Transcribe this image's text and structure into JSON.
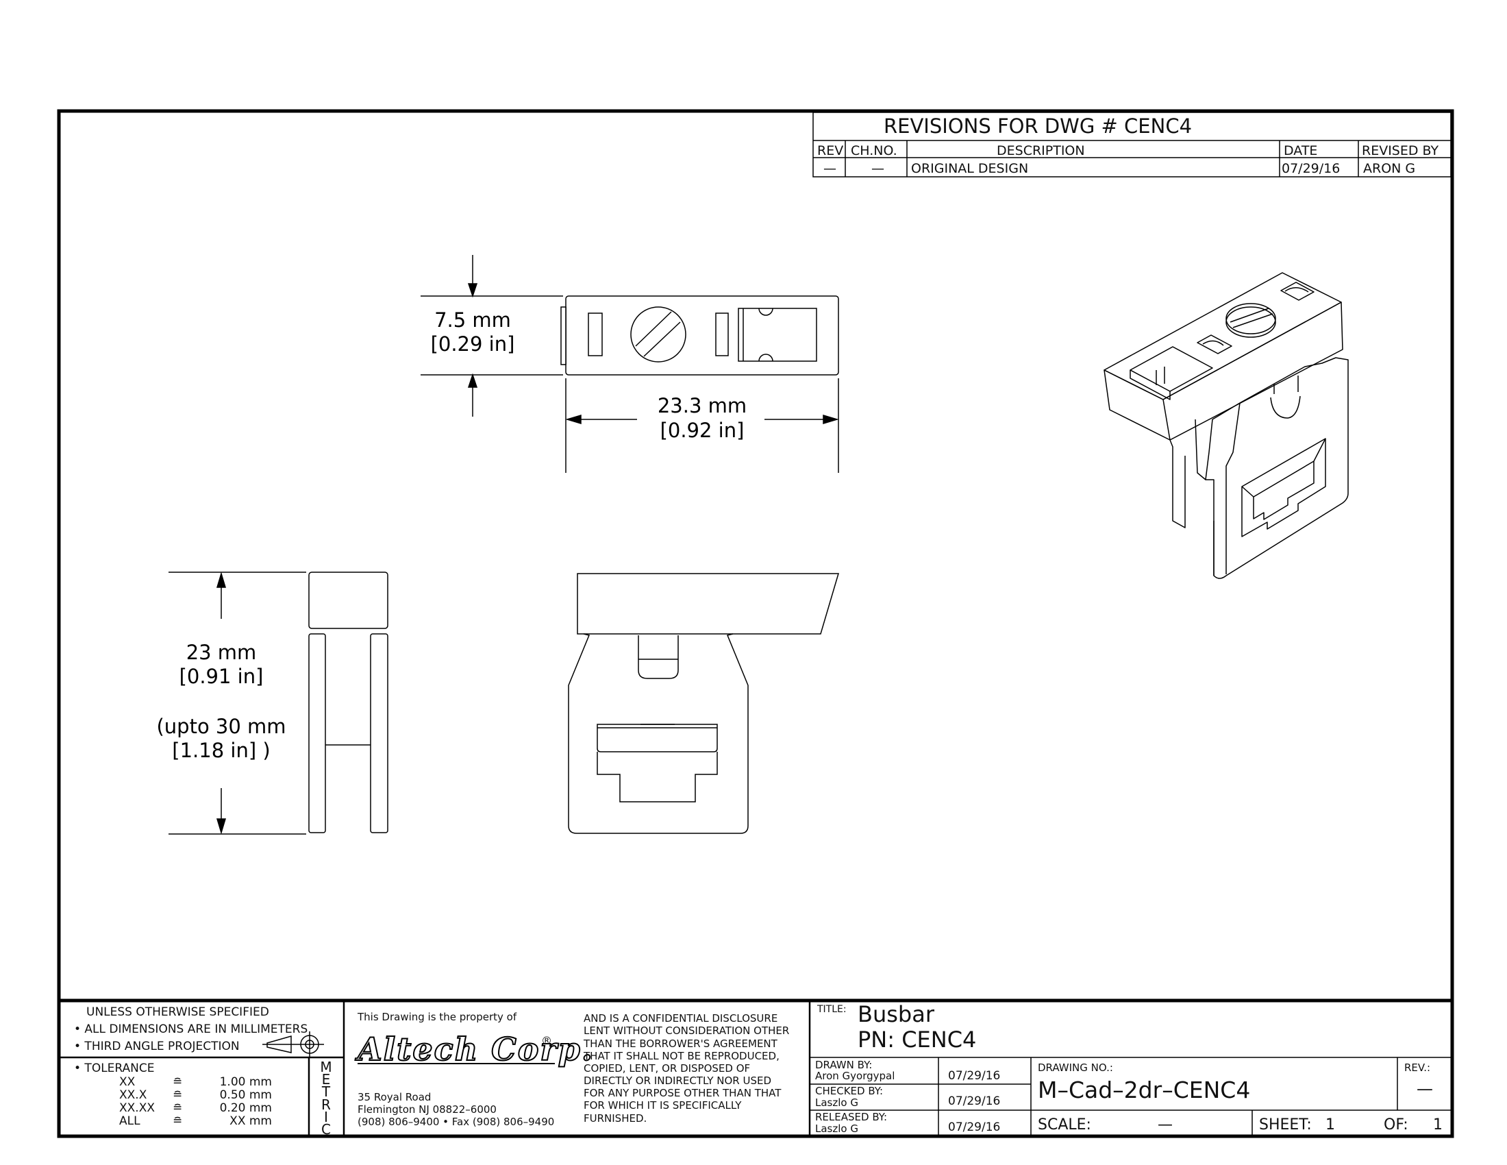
{
  "revisions": {
    "title": "REVISIONS  FOR  DWG  #  CENC4",
    "headers": {
      "rev": "REV",
      "ch_no": "CH.NO.",
      "description": "DESCRIPTION",
      "date": "DATE",
      "revised_by": "REVISED BY"
    },
    "rows": [
      {
        "rev": "—",
        "ch_no": "—",
        "description": "ORIGINAL  DESIGN",
        "date": "07/29/16",
        "revised_by": "ARON  G"
      }
    ]
  },
  "dimensions": {
    "width": {
      "mm": "7.5 mm",
      "in": "[0.29 in]"
    },
    "length": {
      "mm": "23.3 mm",
      "in": "[0.92 in]"
    },
    "height": {
      "mm": "23 mm",
      "in": "[0.91 in]",
      "upto_mm": "(upto 30 mm",
      "upto_in": "[1.18 in] )"
    }
  },
  "title_block": {
    "notes": {
      "header": "UNLESS  OTHERWISE  SPECIFIED",
      "line1": "• ALL  DIMENSIONS  ARE  IN  MILLIMETERS",
      "line2": "• THIRD  ANGLE  PROJECTION",
      "tolerance_label": "• TOLERANCE",
      "tolerances": [
        {
          "fmt": "XX",
          "sym": "≘",
          "val": "1.00 mm"
        },
        {
          "fmt": "XX.X",
          "sym": "≘",
          "val": "0.50 mm"
        },
        {
          "fmt": "XX.XX",
          "sym": "≘",
          "val": "0.20 mm"
        },
        {
          "fmt": "ALL",
          "sym": "≘",
          "val": "XX mm"
        }
      ],
      "metric_letters": [
        "M",
        "E",
        "T",
        "R",
        "I",
        "C"
      ]
    },
    "company": {
      "property_line": "This  Drawing  is  the  property  of",
      "logo_text": "Altech Corp.",
      "address1": "35  Royal  Road",
      "address2": "Flemington  NJ  08822–6000",
      "phone": "(908)  806–9400 • Fax  (908)  806–9490"
    },
    "confidential": [
      "AND  IS  A  CONFIDENTIAL  DISCLOSURE",
      "LENT  WITHOUT  CONSIDERATION  OTHER",
      "THAN  THE  BORROWER'S  AGREEMENT",
      "THAT  IT  SHALL  NOT  BE  REPRODUCED,",
      "COPIED,  LENT,  OR  DISPOSED  OF",
      "DIRECTLY  OR  INDIRECTLY  NOR  USED",
      "FOR  ANY  PURPOSE  OTHER  THAN  THAT",
      "FOR  WHICH  IT  IS  SPECIFICALLY",
      "FURNISHED."
    ],
    "title_label": "TITLE:",
    "title_value": "Busbar",
    "pn_value": "PN:  CENC4",
    "drawn_by_label": "DRAWN  BY:",
    "drawn_by": "Aron  Gyorgypal",
    "drawn_date": "07/29/16",
    "checked_by_label": "CHECKED  BY:",
    "checked_by": "Laszlo  G",
    "checked_date": "07/29/16",
    "released_by_label": "RELEASED  BY:",
    "released_by": "Laszlo  G",
    "released_date": "07/29/16",
    "drawing_no_label": "DRAWING  NO.:",
    "drawing_no": "M–Cad–2dr–CENC4",
    "rev_label": "REV.:",
    "rev_value": "—",
    "scale_label": "SCALE:",
    "scale_value": "—",
    "sheet_label": "SHEET:",
    "sheet_value": "1",
    "of_label": "OF:",
    "of_value": "1"
  }
}
